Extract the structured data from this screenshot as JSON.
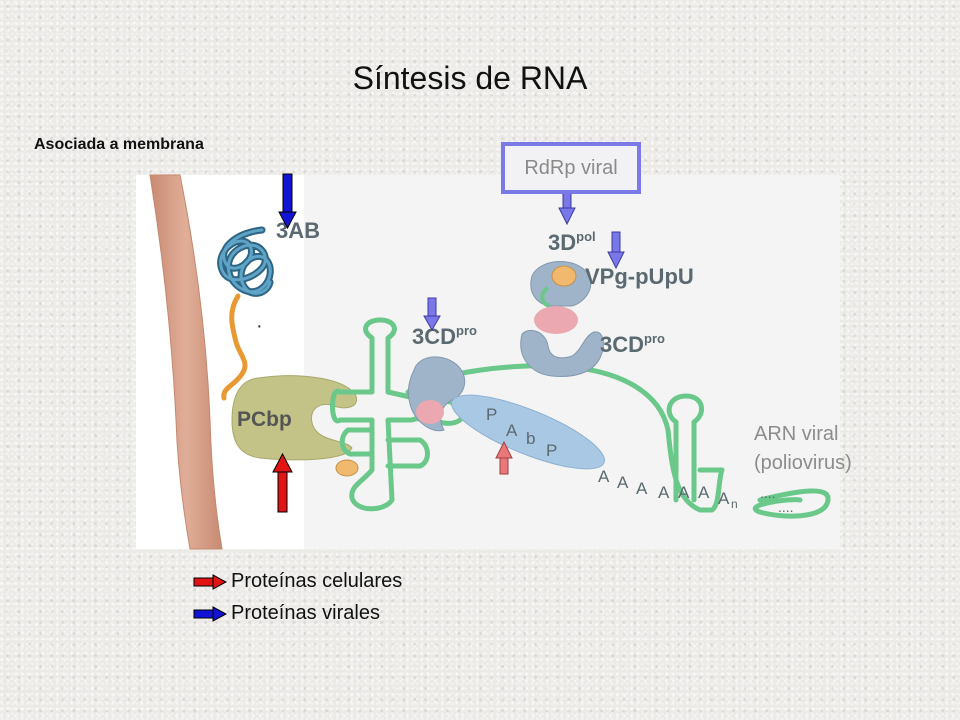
{
  "title": "Síntesis de RNA",
  "subtitle": "Asociada a membrana",
  "rdrp_label": "RdRp viral",
  "rna_label_line1": "ARN viral",
  "rna_label_line2": "(poliovirus)",
  "figure_labels": {
    "protein_3ab": "3AB",
    "protein_3dpol": "3D",
    "protein_3dpol_sup": "pol",
    "vpg": "VPg-pUpU",
    "protein_3cd_left": "3CD",
    "protein_3cd_left_sup": "pro",
    "protein_3cd_right": "3CD",
    "protein_3cd_right_sup": "pro",
    "pcbp": "PCbp",
    "pabp_1": "P",
    "pabp_2": "A",
    "pabp_3": "b",
    "pabp_4": "P",
    "polya_1": "A",
    "polya_2": "A",
    "polya_3": "A",
    "polya_4": "A",
    "polya_5": "A",
    "polya_6": "A",
    "polya_7": "A",
    "polya_sub": "n",
    "tail_dots_1": "....",
    "tail_dots_2": "....",
    "membrane_dot": "·"
  },
  "legend": {
    "cellular_label": "Proteínas celulares",
    "viral_label": "Proteínas virales"
  },
  "colors": {
    "membrane": "#d9a58e",
    "rna": "#6ac88a",
    "protein_3dpol": "#9fb4c8",
    "pcbp": "#c3c388",
    "pabp": "#a9c8e4",
    "vpg": "#f0b96d",
    "pink_domain": "#eba8b0",
    "rdrp_box_border": "#7b78e8",
    "arrow_viral": "#1313d6",
    "arrow_viral_light": "#7a78e8",
    "arrow_cellular": "#e11313",
    "arrow_cellular_light": "#e8787a",
    "protein_3ab": "#3d7ea0",
    "peptide": "#e89a32"
  },
  "icons": {
    "arrow_viral": "arrow-up-down-blue-icon",
    "arrow_cellular": "arrow-up-red-icon",
    "legend_red": "arrow-right-red-icon",
    "legend_blue": "arrow-right-blue-icon"
  }
}
